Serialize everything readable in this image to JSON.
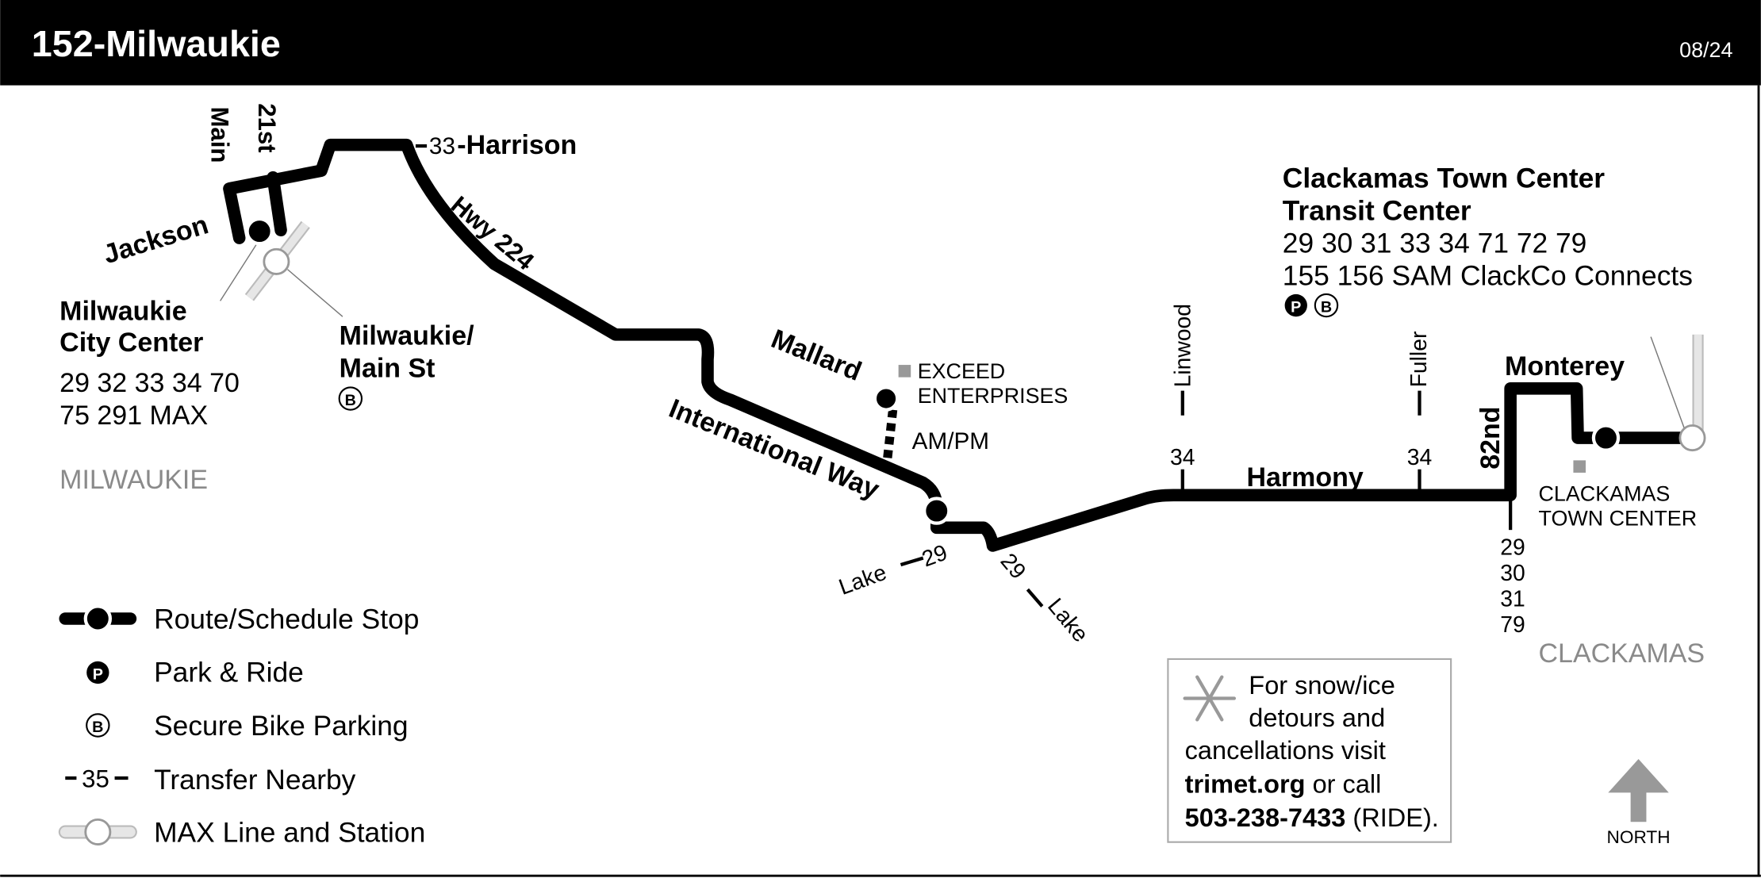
{
  "header": {
    "title": "152-Milwaukie",
    "date": "08/24"
  },
  "colors": {
    "route": "#000000",
    "header_bg": "#000000",
    "area_label": "#8a8a8a",
    "max_line": "#d9d9d9"
  },
  "streets": {
    "main": "Main",
    "st21": "21st",
    "jackson": "Jackson",
    "harrison": "Harrison",
    "harrison_transfer": "33",
    "hwy224": "Hwy 224",
    "mallard": "Mallard",
    "international_way": "International Way",
    "ampm": "AM/PM",
    "lake_left": "Lake",
    "lake_left_transfer": "29",
    "lake_right": "Lake",
    "lake_right_transfer": "29",
    "linwood": "Linwood",
    "linwood_transfer": "34",
    "fuller": "Fuller",
    "fuller_transfer": "34",
    "harmony": "Harmony",
    "st82": "82nd",
    "monterey": "Monterey",
    "st82_transfers": [
      "29",
      "30",
      "31",
      "79"
    ]
  },
  "places": {
    "milwaukie_cc": {
      "name1": "Milwaukie",
      "name2": "City Center",
      "routes1": "29 32 33 34 70",
      "routes2": "75 291 MAX"
    },
    "milwaukie_main": {
      "name1": "Milwaukie/",
      "name2": "Main St",
      "icon": "B"
    },
    "ctc_tc": {
      "name1": "Clackamas Town Center",
      "name2": "Transit Center",
      "routes1": "29 30 31 33 34 71 72 79",
      "routes2": "155 156 SAM ClackCo Connects",
      "icon_p": "P",
      "icon_b": "B"
    },
    "exceed": {
      "line1": "EXCEED",
      "line2": "ENTERPRISES"
    },
    "ctc_landmark": {
      "line1": "CLACKAMAS",
      "line2": "TOWN CENTER"
    },
    "area_milwaukie": "MILWAUKIE",
    "area_clackamas": "CLACKAMAS"
  },
  "legend": {
    "stop": "Route/Schedule Stop",
    "park_ride": "Park & Ride",
    "bike": "Secure Bike Parking",
    "transfer": "Transfer Nearby",
    "transfer_sample": "35",
    "max": "MAX Line and Station",
    "icon_p": "P",
    "icon_b": "B"
  },
  "notice": {
    "line1": "For snow/ice",
    "line2": "detours and",
    "line3": "cancellations visit",
    "link": "trimet.org",
    "line4_rest": " or call",
    "phone": "503-238-7433",
    "phone_rest": " (RIDE)."
  },
  "north": "NORTH"
}
